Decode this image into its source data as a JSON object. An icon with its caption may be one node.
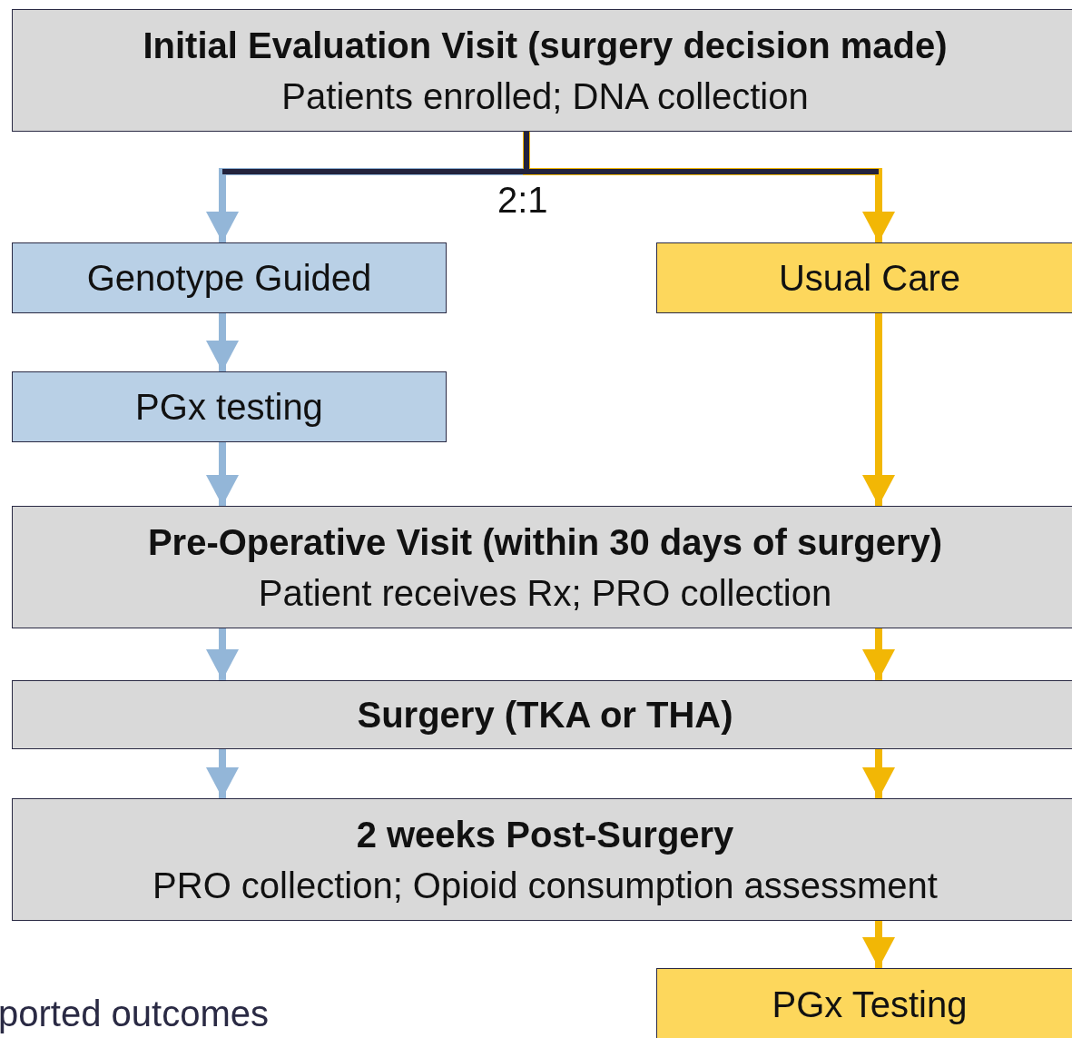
{
  "diagram": {
    "nodes": [
      {
        "text": [
          "Initial Evaluation Visit (surgery decision made)",
          "Patients enrolled; DNA collection"
        ]
      },
      {
        "text": [
          "Genotype Guided"
        ]
      },
      {
        "text": [
          "Usual Care"
        ]
      },
      {
        "text": [
          "PGx testing"
        ]
      },
      {
        "text": [
          "Pre-Operative Visit (within 30 days of surgery)",
          "Patient receives Rx; PRO collection"
        ]
      },
      {
        "text": [
          "Surgery (TKA or THA)"
        ]
      },
      {
        "text": [
          "2 weeks Post-Surgery",
          "PRO collection; Opioid consumption assessment"
        ]
      },
      {
        "text": [
          "PGx Testing"
        ]
      }
    ],
    "edges": [
      {
        "from": 0,
        "to": 1,
        "arrow": "to",
        "color": "#93b6d8"
      },
      {
        "from": 0,
        "to": 2,
        "arrow": "to",
        "color": "#f2b705"
      },
      {
        "from": 1,
        "to": 3,
        "arrow": "to",
        "color": "#93b6d8"
      },
      {
        "from": 3,
        "to": 4,
        "arrow": "to",
        "color": "#93b6d8"
      },
      {
        "from": 2,
        "to": 4,
        "arrow": "to",
        "color": "#f2b705"
      },
      {
        "from": 4,
        "to": 5,
        "arrow": "to",
        "color": "#93b6d8"
      },
      {
        "from": 4,
        "to": 5,
        "arrow": "to",
        "color": "#f2b705"
      },
      {
        "from": 5,
        "to": 6,
        "arrow": "to",
        "color": "#93b6d8"
      },
      {
        "from": 5,
        "to": 6,
        "arrow": "to",
        "color": "#f2b705"
      },
      {
        "from": 6,
        "to": 7,
        "arrow": "to",
        "color": "#f2b705"
      }
    ],
    "labels": [
      "2:1",
      "ported outcomes"
    ]
  }
}
